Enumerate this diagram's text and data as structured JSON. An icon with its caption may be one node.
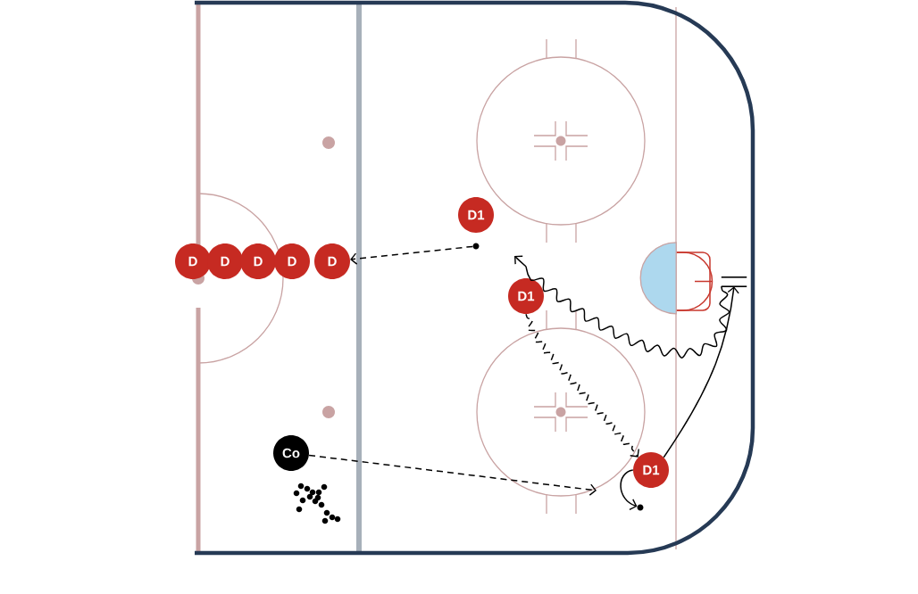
{
  "diagram": {
    "nodes": [
      {
        "text": [
          "D"
        ]
      },
      {
        "text": [
          "D"
        ]
      },
      {
        "text": [
          "D"
        ]
      },
      {
        "text": [
          "D"
        ]
      },
      {
        "text": [
          "D"
        ]
      },
      {
        "text": [
          "D1"
        ]
      },
      {
        "text": [
          "D1"
        ]
      },
      {
        "text": [
          "D1"
        ]
      },
      {
        "text": [
          "Co"
        ]
      },
      {
        "text": [],
        "shape": "circle"
      },
      {
        "text": [],
        "shape": "circle"
      },
      {
        "text": [],
        "shape": "bar"
      },
      {
        "text": [],
        "shape": "semicircle"
      }
    ],
    "edges": [
      {
        "from": 9,
        "to": 4,
        "arrow": "to",
        "style": "dashed"
      },
      {
        "from": 8,
        "to": null,
        "arrow": "to",
        "style": "dashed"
      },
      {
        "from": 6,
        "to": 7,
        "arrow": "to",
        "style": "dashed"
      },
      {
        "from": 7,
        "to": 10,
        "arrow": "to"
      },
      {
        "from": 7,
        "to": 11,
        "arrow": "to"
      },
      {
        "from": 11,
        "to": null,
        "arrow": "to"
      }
    ]
  }
}
